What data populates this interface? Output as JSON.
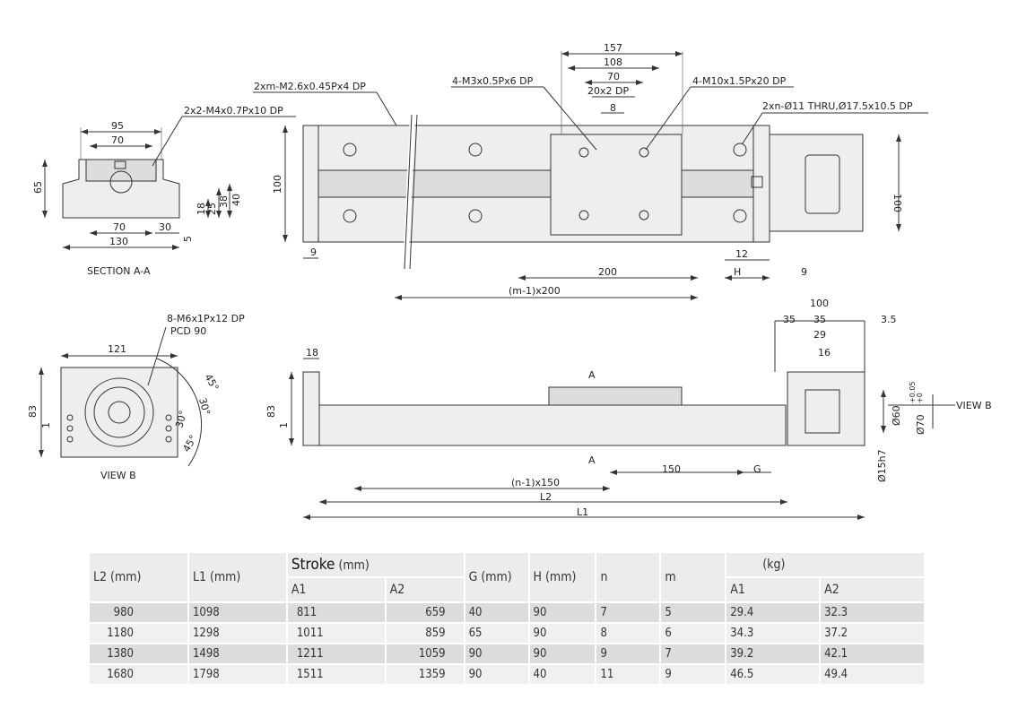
{
  "section_aa": {
    "title": "SECTION A-A",
    "callout": "2x2-M4x0.7Px10 DP",
    "dims": [
      "95",
      "70",
      "65",
      "38",
      "40",
      "25",
      "18",
      "70",
      "30",
      "130",
      "5"
    ]
  },
  "top_view": {
    "callouts": [
      "2xm-M2.6x0.45Px4 DP",
      "4-M3x0.5Px6 DP",
      "4-M10x1.5Px20 DP",
      "2xn-Ø11 THRU,Ø17.5x10.5 DP"
    ],
    "dims": [
      "157",
      "108",
      "70",
      "20x2 DP",
      "8",
      "100",
      "100",
      "9",
      "200",
      "12",
      "H",
      "9",
      "(m-1)x200"
    ]
  },
  "view_b": {
    "title": "VIEW B",
    "callouts": [
      "8-M6x1Px12 DP",
      "PCD 90"
    ],
    "dims": [
      "121",
      "45°",
      "30°",
      "30°",
      "45°",
      "83",
      "1"
    ]
  },
  "side_view": {
    "dims": [
      "18",
      "83",
      "1",
      "A",
      "A",
      "150",
      "G",
      "(n-1)x150",
      "L2",
      "L1",
      "100",
      "35",
      "35",
      "3.5",
      "29",
      "16",
      "Ø60",
      "Ø70",
      "+0.05",
      "+0",
      "Ø15h7"
    ],
    "view_label": "VIEW B"
  },
  "table": {
    "headers": {
      "l2": "L2 (mm)",
      "l1": "L1 (mm)",
      "stroke": "Stroke",
      "stroke_unit": "(mm)",
      "g": "G (mm)",
      "h": "H (mm)",
      "n": "n",
      "m": "m",
      "kg": "(kg)",
      "a1": "A1",
      "a2": "A2",
      "ka1": "A1",
      "ka2": "A2"
    },
    "rows": [
      [
        "980",
        "1098",
        "811",
        "659",
        "40",
        "90",
        "7",
        "5",
        "29.4",
        "32.3"
      ],
      [
        "1180",
        "1298",
        "1011",
        "859",
        "65",
        "90",
        "8",
        "6",
        "34.3",
        "37.2"
      ],
      [
        "1380",
        "1498",
        "1211",
        "1059",
        "90",
        "90",
        "9",
        "7",
        "39.2",
        "42.1"
      ],
      [
        "1680",
        "1798",
        "1511",
        "1359",
        "90",
        "40",
        "11",
        "9",
        "46.5",
        "49.4"
      ]
    ]
  }
}
